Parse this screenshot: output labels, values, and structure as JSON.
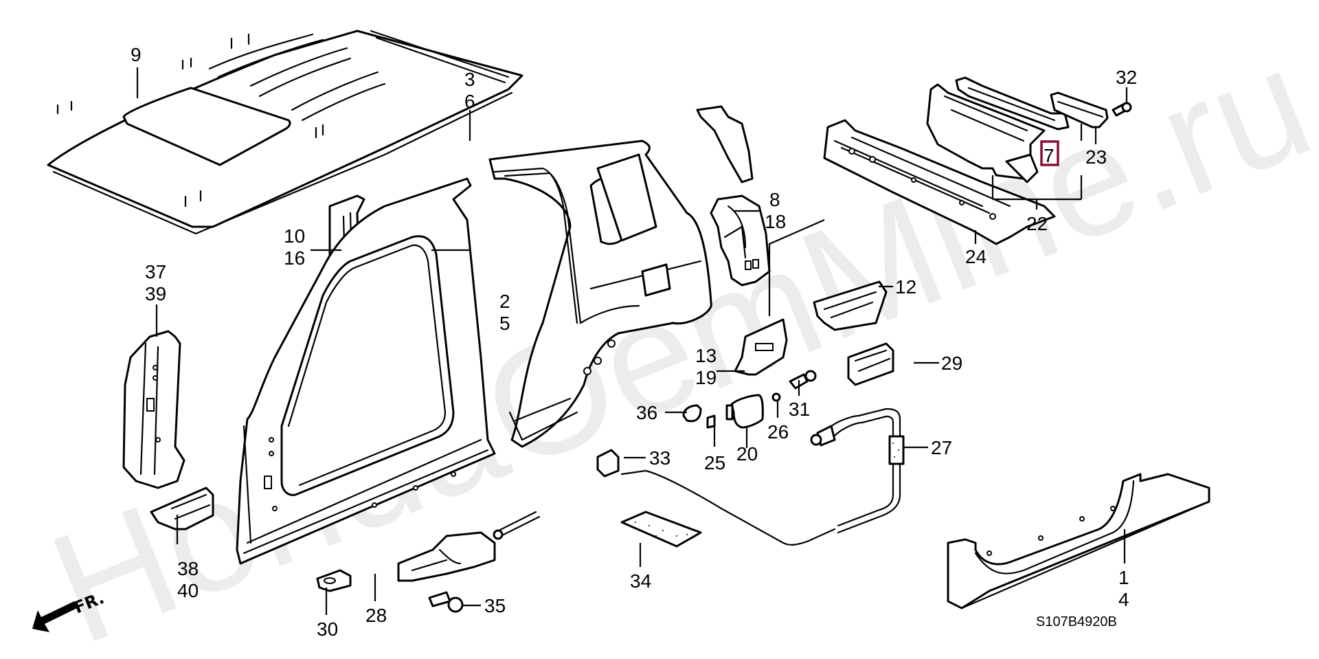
{
  "diagram": {
    "title": "Honda outer panel / roof panel parts diagram",
    "drawing_code": "S107B4920B",
    "watermark": "HondaOemMine.ru",
    "direction_indicator": {
      "label": "FR.",
      "icon": "front-arrow-icon"
    },
    "highlight_color": "#8b0a3a",
    "highlighted_callout": "7",
    "callouts": [
      {
        "id": "9",
        "lines": [
          "9"
        ],
        "part": "roof-panel"
      },
      {
        "id": "3-6",
        "lines": [
          "3",
          "6"
        ],
        "part": "rear-outer-side-panel"
      },
      {
        "id": "8-18",
        "lines": [
          "8",
          "18"
        ],
        "part": "rear-inner-wheelhouse"
      },
      {
        "id": "10-16",
        "lines": [
          "10",
          "16"
        ],
        "part": "center-pillar-inner"
      },
      {
        "id": "2-5",
        "lines": [
          "2",
          "5"
        ],
        "part": "front-outer-side-panel"
      },
      {
        "id": "37-39",
        "lines": [
          "37",
          "39"
        ],
        "part": "front-pillar-inner"
      },
      {
        "id": "38-40",
        "lines": [
          "38",
          "40"
        ],
        "part": "front-pillar-stiffener"
      },
      {
        "id": "12",
        "lines": [
          "12"
        ],
        "part": "rear-bracket"
      },
      {
        "id": "13-19",
        "lines": [
          "13",
          "19"
        ],
        "part": "wheelarch-bracket"
      },
      {
        "id": "29",
        "lines": [
          "29"
        ],
        "part": "fuel-lid-housing"
      },
      {
        "id": "31",
        "lines": [
          "31"
        ],
        "part": "bolt"
      },
      {
        "id": "36",
        "lines": [
          "36"
        ],
        "part": "lid-hinge"
      },
      {
        "id": "26",
        "lines": [
          "26"
        ],
        "part": "grommet"
      },
      {
        "id": "25",
        "lines": [
          "25"
        ],
        "part": "clip"
      },
      {
        "id": "20",
        "lines": [
          "20"
        ],
        "part": "fuel-lid"
      },
      {
        "id": "27",
        "lines": [
          "27"
        ],
        "part": "fuel-lid-cable"
      },
      {
        "id": "33",
        "lines": [
          "33"
        ],
        "part": "cable-clamp"
      },
      {
        "id": "34",
        "lines": [
          "34"
        ],
        "part": "pad"
      },
      {
        "id": "30",
        "lines": [
          "30"
        ],
        "part": "cap"
      },
      {
        "id": "28",
        "lines": [
          "28"
        ],
        "part": "opener-lever"
      },
      {
        "id": "35",
        "lines": [
          "35"
        ],
        "part": "flange-bolt"
      },
      {
        "id": "24",
        "lines": [
          "24"
        ],
        "part": "rear-panel-upper"
      },
      {
        "id": "22",
        "lines": [
          "22"
        ],
        "part": "rear-panel-assembly"
      },
      {
        "id": "7",
        "lines": [
          "7"
        ],
        "part": "rear-panel-lower"
      },
      {
        "id": "23",
        "lines": [
          "23"
        ],
        "part": "rear-panel-bracket"
      },
      {
        "id": "32",
        "lines": [
          "32"
        ],
        "part": "fastener"
      },
      {
        "id": "1-4",
        "lines": [
          "1",
          "4"
        ],
        "part": "side-sill-panel"
      }
    ]
  }
}
